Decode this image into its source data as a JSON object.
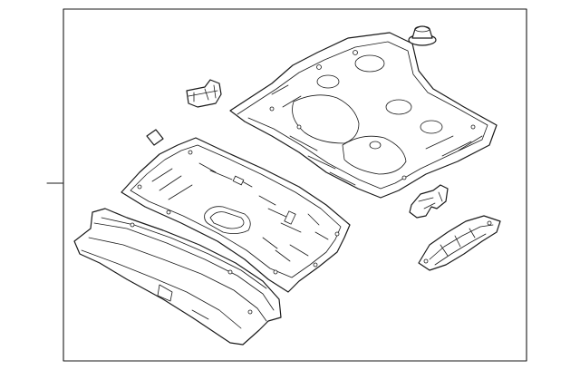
{
  "diagram": {
    "parts": [
      {
        "id": "center-floor-pan"
      },
      {
        "id": "rear-floor-pan"
      },
      {
        "id": "front-crossmember"
      },
      {
        "id": "upper-bracket"
      },
      {
        "id": "small-patch"
      },
      {
        "id": "plug"
      },
      {
        "id": "right-bracket"
      },
      {
        "id": "side-rail"
      }
    ]
  }
}
